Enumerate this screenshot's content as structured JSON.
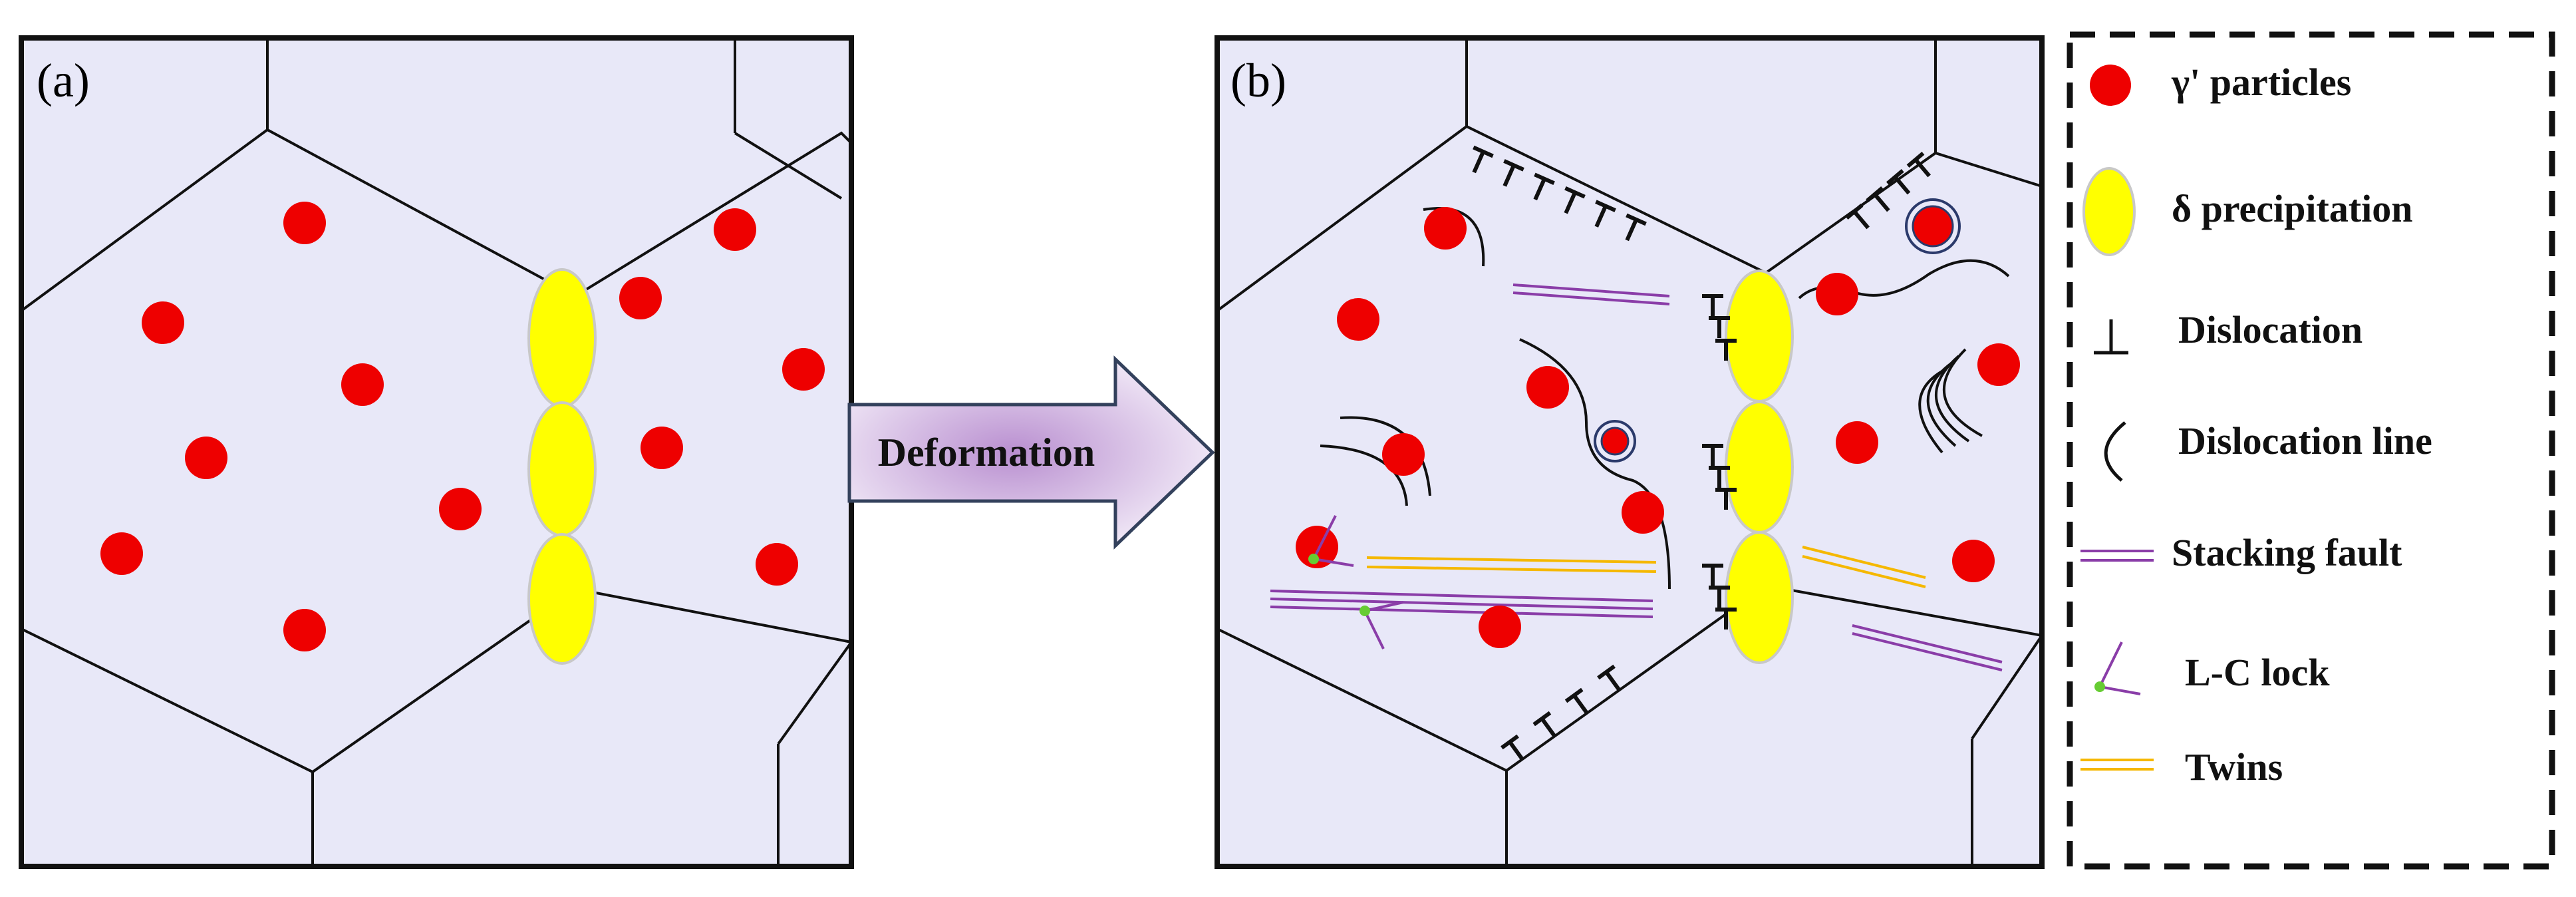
{
  "panels": {
    "a": {
      "label": "(a)"
    },
    "b": {
      "label": "(b)"
    }
  },
  "arrow": {
    "label": "Deformation"
  },
  "legend": {
    "items": [
      {
        "icon": "red-circle-icon",
        "text": "γ' particles"
      },
      {
        "icon": "yellow-ellipse-icon",
        "text": "δ precipitation"
      },
      {
        "icon": "dislocation-symbol-icon",
        "text": "Dislocation"
      },
      {
        "icon": "curved-line-icon",
        "text": "Dislocation line"
      },
      {
        "icon": "purple-double-line-icon",
        "text": "Stacking fault"
      },
      {
        "icon": "lc-lock-icon",
        "text": "L-C lock"
      },
      {
        "icon": "yellow-double-line-icon",
        "text": "Twins"
      }
    ]
  },
  "colors": {
    "grain_fill": "#e8e8f8",
    "gamma_prime": "#ee0000",
    "delta": "#ffff00",
    "stacking_fault": "#8a3da8",
    "twins": "#f5b800",
    "lock_dot": "#66cc33",
    "arrow_fill_center": "#b98fd0",
    "arrow_fill_edge": "#f4eef9",
    "arrow_stroke": "#33415c"
  }
}
